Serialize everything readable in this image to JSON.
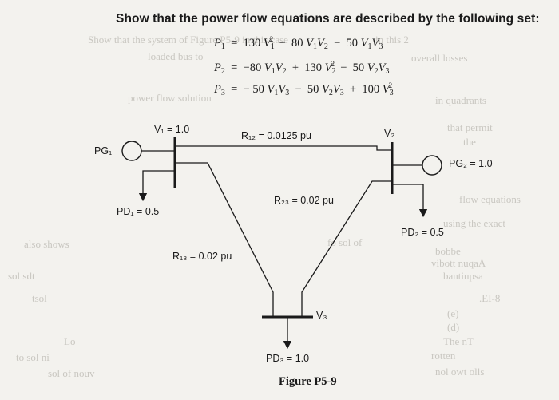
{
  "problem": {
    "statement": "Show that the power flow equations are described by the following set:",
    "equations": [
      {
        "lhs": "P₁",
        "rhs_parts": [
          "130 V₁²",
          "− 80 V₁V₂",
          "− 50 V₁V₃"
        ]
      },
      {
        "lhs": "P₂",
        "rhs_parts": [
          "−80 V₁V₂",
          "+ 130 V₂²",
          "− 50 V₂V₃"
        ]
      },
      {
        "lhs": "P₃",
        "rhs_parts": [
          "− 50 V₁V₃",
          "− 50 V₂V₃",
          "+ 100 V₃²"
        ]
      }
    ]
  },
  "figure": {
    "caption": "Figure P5-9",
    "labels": {
      "v1": "V₁ = 1.0",
      "v2": "V₂",
      "v3": "V₃",
      "pg1": "PG₁",
      "pg2": "PG₂ = 1.0",
      "pd1": "PD₁ = 0.5",
      "pd2": "PD₂ = 0.5",
      "pd3": "PD₃ = 1.0",
      "r12": "R₁₂ = 0.0125 pu",
      "r23": "R₂₃ = 0.02 pu",
      "r13": "R₁₃ = 0.02 pu"
    }
  }
}
